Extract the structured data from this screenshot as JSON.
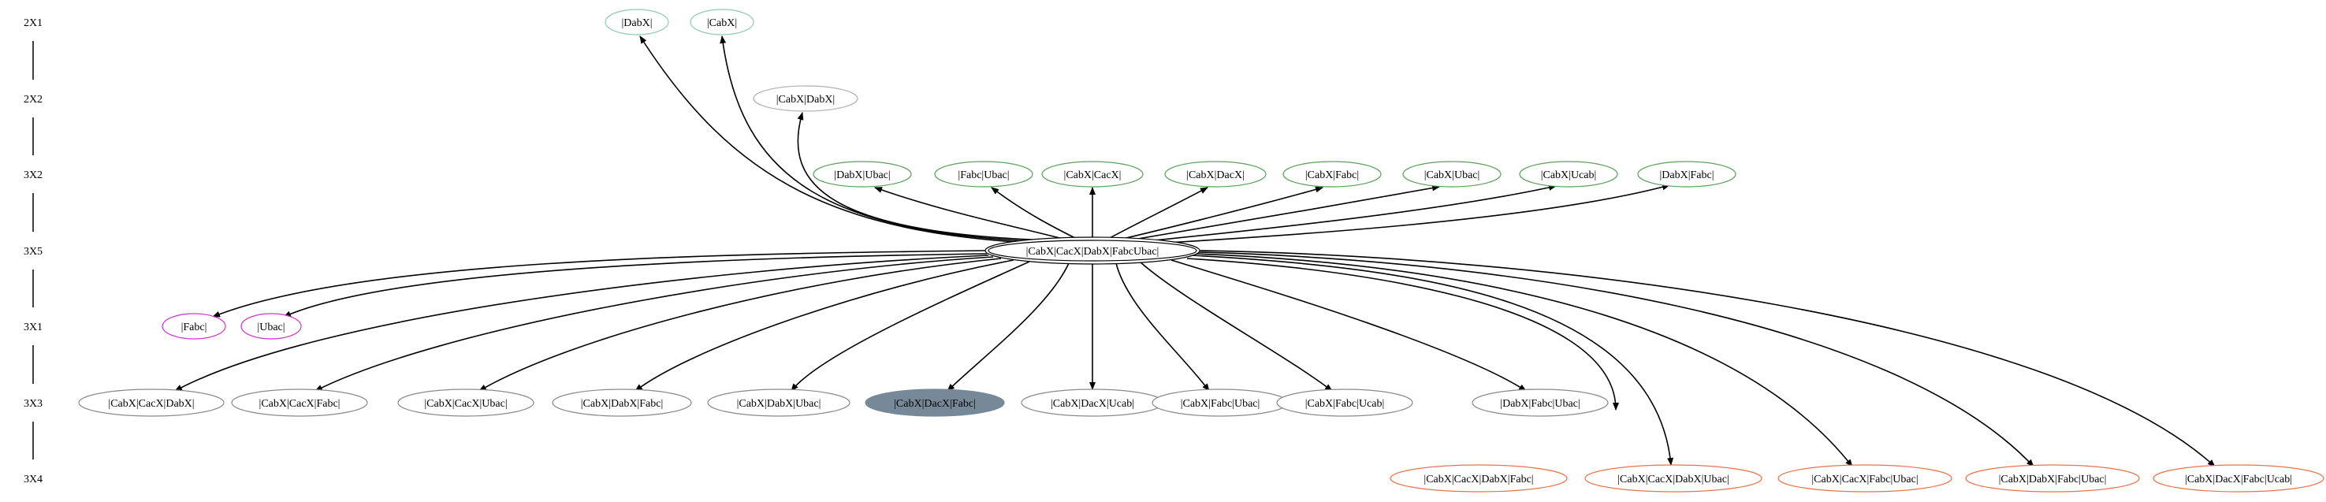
{
  "colors": {
    "background": "#ffffff",
    "edge": "#000000",
    "rank_line": "#000000",
    "selected_fill": "#778899",
    "rank_2X1": "#8fc9b8",
    "rank_2X2": "#b0b0b0",
    "rank_3X2": "#5aa05a",
    "rank_3X5": "#000000",
    "rank_3X1": "#cc33cc",
    "rank_3X3": "#8a8a8a",
    "rank_3X4": "#e8734a"
  },
  "ranks": [
    "2X1",
    "2X2",
    "3X2",
    "3X5",
    "3X1",
    "3X3",
    "3X4"
  ],
  "root": {
    "id": "root",
    "label": "|CabX|CacX|DabX|FabcUbac|"
  },
  "nodes": [
    {
      "id": "n2x1a",
      "rank": "2X1",
      "label": "|DabX|"
    },
    {
      "id": "n2x1b",
      "rank": "2X1",
      "label": "|CabX|"
    },
    {
      "id": "n2x2a",
      "rank": "2X2",
      "label": "|CabX|DabX|"
    },
    {
      "id": "n3x2a",
      "rank": "3X2",
      "label": "|DabX|Ubac|"
    },
    {
      "id": "n3x2b",
      "rank": "3X2",
      "label": "|Fabc|Ubac|"
    },
    {
      "id": "n3x2c",
      "rank": "3X2",
      "label": "|CabX|CacX|"
    },
    {
      "id": "n3x2d",
      "rank": "3X2",
      "label": "|CabX|DacX|"
    },
    {
      "id": "n3x2e",
      "rank": "3X2",
      "label": "|CabX|Fabc|"
    },
    {
      "id": "n3x2f",
      "rank": "3X2",
      "label": "|CabX|Ubac|"
    },
    {
      "id": "n3x2g",
      "rank": "3X2",
      "label": "|CabX|Ucab|"
    },
    {
      "id": "n3x2h",
      "rank": "3X2",
      "label": "|DabX|Fabc|"
    },
    {
      "id": "n3x1a",
      "rank": "3X1",
      "label": "|Fabc|"
    },
    {
      "id": "n3x1b",
      "rank": "3X1",
      "label": "|Ubac|"
    },
    {
      "id": "n3x3a",
      "rank": "3X3",
      "label": "|CabX|CacX|DabX|"
    },
    {
      "id": "n3x3b",
      "rank": "3X3",
      "label": "|CabX|CacX|Fabc|"
    },
    {
      "id": "n3x3c",
      "rank": "3X3",
      "label": "|CabX|CacX|Ubac|"
    },
    {
      "id": "n3x3d",
      "rank": "3X3",
      "label": "|CabX|DabX|Fabc|"
    },
    {
      "id": "n3x3e",
      "rank": "3X3",
      "label": "|CabX|DabX|Ubac|"
    },
    {
      "id": "n3x3f",
      "rank": "3X3",
      "label": "|CabX|DacX|Fabc|",
      "selected": true
    },
    {
      "id": "n3x3g",
      "rank": "3X3",
      "label": "|CabX|DacX|Ucab|"
    },
    {
      "id": "n3x3h",
      "rank": "3X3",
      "label": "|CabX|Fabc|Ubac|"
    },
    {
      "id": "n3x3i",
      "rank": "3X3",
      "label": "|CabX|Fabc|Ucab|"
    },
    {
      "id": "n3x3j",
      "rank": "3X3",
      "label": "|DabX|Fabc|Ubac|"
    },
    {
      "id": "n3x4a",
      "rank": "3X4",
      "label": "|CabX|CacX|DabX|Fabc|"
    },
    {
      "id": "n3x4b",
      "rank": "3X4",
      "label": "|CabX|CacX|DabX|Ubac|"
    },
    {
      "id": "n3x4c",
      "rank": "3X4",
      "label": "|CabX|CacX|Fabc|Ubac|"
    },
    {
      "id": "n3x4d",
      "rank": "3X4",
      "label": "|CabX|DabX|Fabc|Ubac|"
    },
    {
      "id": "n3x4e",
      "rank": "3X4",
      "label": "|CabX|DacX|Fabc|Ucab|"
    }
  ]
}
